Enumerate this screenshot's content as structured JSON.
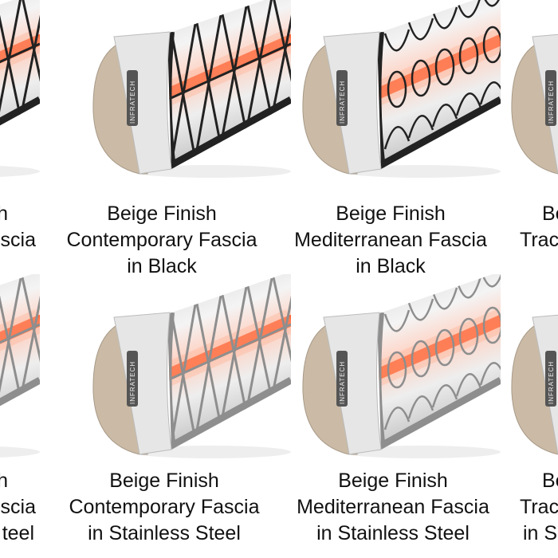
{
  "brand_label": "INFRATECH",
  "colors": {
    "finish_beige": "#cbbba6",
    "fascia_black": "#222222",
    "fascia_steel": "#8e8e8e",
    "element_glow": "#ff5a2a"
  },
  "rows": [
    {
      "fascia": "black",
      "items": [
        {
          "lines": [
            "h",
            "scia"
          ],
          "partial": "left",
          "pattern": "contemporary"
        },
        {
          "lines": [
            "Beige Finish",
            "Contemporary Fascia",
            "in Black"
          ],
          "pattern": "contemporary"
        },
        {
          "lines": [
            "Beige Finish",
            "Mediterranean Fascia",
            "in Black"
          ],
          "pattern": "mediterranean"
        },
        {
          "lines": [
            "Be",
            "Trac"
          ],
          "partial": "right",
          "pattern": "none"
        }
      ]
    },
    {
      "fascia": "steel",
      "items": [
        {
          "lines": [
            "h",
            "scia",
            "teel"
          ],
          "partial": "left",
          "pattern": "contemporary"
        },
        {
          "lines": [
            "Beige Finish",
            "Contemporary Fascia",
            "in Stainless Steel"
          ],
          "pattern": "contemporary"
        },
        {
          "lines": [
            "Beige Finish",
            "Mediterranean Fascia",
            "in Stainless Steel"
          ],
          "pattern": "mediterranean"
        },
        {
          "lines": [
            "Be",
            "Trac",
            "in S"
          ],
          "partial": "right",
          "pattern": "none"
        }
      ]
    }
  ]
}
